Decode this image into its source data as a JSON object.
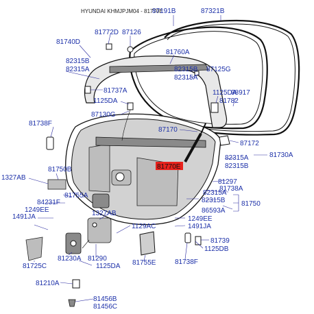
{
  "header": "HYUNDAI KHMJPJM04 - 81770E",
  "highlight": {
    "label": "81770E",
    "color": "#e8221c"
  },
  "text_color": "#1b2fa8",
  "labels": {
    "p87191B": "87191B",
    "p87321B": "87321B",
    "p81772D": "81772D",
    "p87126": "87126",
    "p81740D": "81740D",
    "p81760A": "81760A",
    "p82315B_a": "82315B",
    "p82315A_a": "82315A",
    "p82315B_b": "82315B",
    "p82315A_b": "82315A",
    "p87125G": "87125G",
    "p81737A": "81737A",
    "p1125DA_a": "1125DA",
    "p98917": "98917",
    "p81782": "81782",
    "p87130G": "87130G",
    "p81738F_a": "81738F",
    "p87170": "87170",
    "p87172": "87172",
    "p81730A": "81730A",
    "p82315A_c": "82315A",
    "p82315B_c": "82315B",
    "p81750B": "81750B",
    "p1327AB_a": "1327AB",
    "p81297": "81297",
    "p81738A": "81738A",
    "p82315A_d": "82315A",
    "p82315B_d": "82315B",
    "p81750": "81750",
    "p81755A": "81755A",
    "p84231F": "84231F",
    "p1249EE_a": "1249EE",
    "p1491JA_a": "1491JA",
    "p86593A": "86593A",
    "p1327AB_b": "1327AB",
    "p1249EE_b": "1249EE",
    "p1491JA_b": "1491JA",
    "p1129AC": "1129AC",
    "p81739": "81739",
    "p1125DB": "1125DB",
    "p81725C": "81725C",
    "p81230A": "81230A",
    "p81290": "81290",
    "p81755E": "81755E",
    "p1125DA_b": "1125DA",
    "p81738F_b": "81738F",
    "p81210A": "81210A",
    "p81456B": "81456B",
    "p81456C": "81456C"
  }
}
